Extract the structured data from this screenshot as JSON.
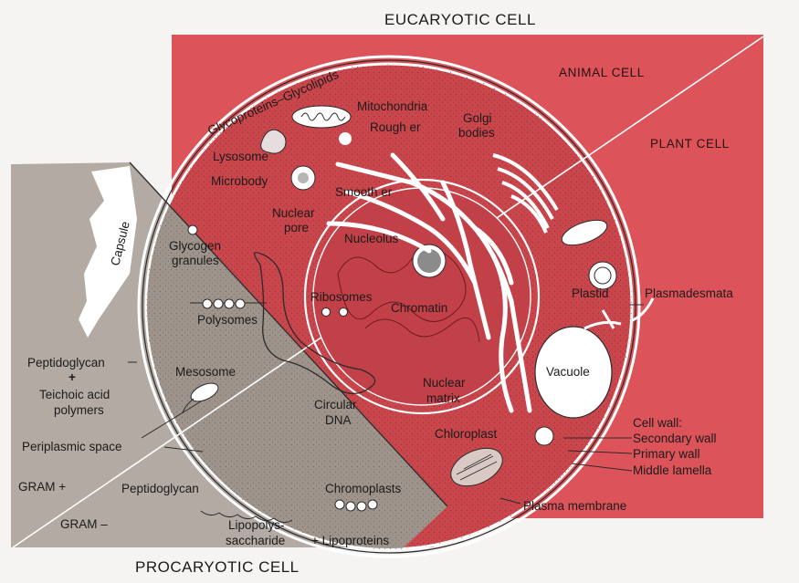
{
  "titles": {
    "eucaryotic": "EUCARYOTIC CELL",
    "procaryotic": "PROCARYOTIC CELL",
    "animal": "ANIMAL CELL",
    "plant": "PLANT CELL",
    "gram_plus": "GRAM +",
    "gram_minus": "GRAM –"
  },
  "labels": {
    "glycoproteins": "Glycoproteins–Glycolipids",
    "mitochondria": "Mitochondria",
    "rough_er": "Rough er",
    "golgi_1": "Golgi",
    "golgi_2": "bodies",
    "lysosome": "Lysosome",
    "microbody": "Microbody",
    "smooth_er": "Smooth er",
    "nuclear_pore_1": "Nuclear",
    "nuclear_pore_2": "pore",
    "nucleolus": "Nucleolus",
    "capsule": "Capsule",
    "glycogen_1": "Glycogen",
    "glycogen_2": "granules",
    "ribosomes": "Ribosomes",
    "polysomes": "Polysomes",
    "chromatin": "Chromatin",
    "plastid": "Plastid",
    "plasmadesmata": "Plasmadesmata",
    "peptidoglycan_1": "Peptidoglycan",
    "plus_sign": "+",
    "teichoic_1": "Teichoic acid",
    "teichoic_2": "polymers",
    "mesosome": "Mesosome",
    "circular_1": "Circular",
    "circular_2": "DNA",
    "nuclear_matrix_1": "Nuclear",
    "nuclear_matrix_2": "matrix",
    "vacuole": "Vacuole",
    "periplasmic": "Periplasmic space",
    "chloroplast": "Chloroplast",
    "cell_wall": "Cell wall:",
    "secondary_wall": "Secondary wall",
    "primary_wall": "Primary wall",
    "middle_lamella": "Middle lamella",
    "peptidoglycan_2": "Peptidoglycan",
    "chromoplasts": "Chromoplasts",
    "plasma_membrane": "Plasma membrane",
    "lipopoly_1": "Lipopolys-",
    "lipopoly_2": "saccharide",
    "lipoproteins": "+  Lipoproteins"
  },
  "colors": {
    "eucaryotic_bg": "#dc5459",
    "eucaryotic_cytoplasm": "#c9464c",
    "procaryotic_bg": "#b3aaa3",
    "procaryotic_cytoplasm": "#9e948c",
    "organelle_white": "#ffffff",
    "outline": "#2b2b2b"
  }
}
